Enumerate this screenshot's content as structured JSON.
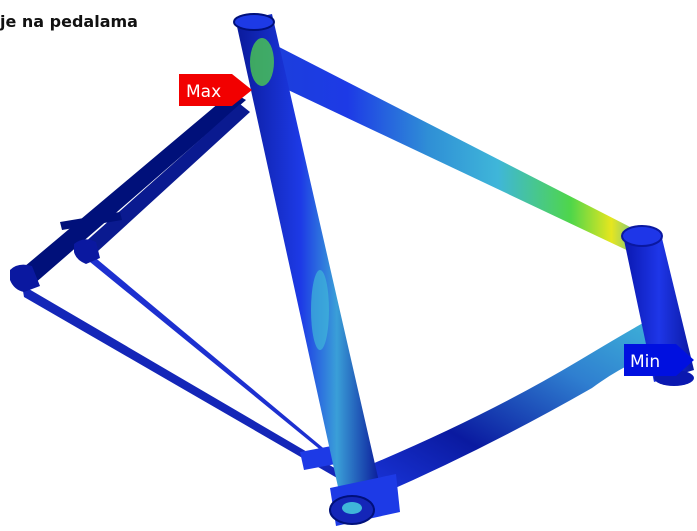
{
  "title": "je na pedalama",
  "labels": {
    "max": "Max",
    "min": "Min"
  },
  "colors": {
    "max_tag": "#f20000",
    "min_tag": "#0010e0",
    "frame_dark": "#00107a",
    "frame_mid": "#1d3ae6",
    "stress_cyan": "#3fb6d9",
    "stress_green": "#4fd64a",
    "stress_yellow": "#e6e61f"
  }
}
